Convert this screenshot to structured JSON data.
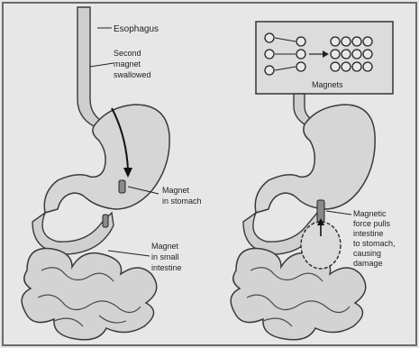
{
  "labels": {
    "esophagus": "Esophagus",
    "second_magnet": [
      "Second",
      "magnet",
      "swallowed"
    ],
    "magnet_stomach": [
      "Magnet",
      "in stomach"
    ],
    "magnet_intestine": [
      "Magnet",
      "in small",
      "intestine"
    ],
    "magnets_box": "Magnets",
    "magnetic_force": [
      "Magnetic",
      "force pulls",
      "intestine",
      "to stomach,",
      "causing",
      "damage"
    ]
  },
  "colors": {
    "background": "#e7e7e7",
    "frame": "#5a5a5a",
    "organ_fill": "#d3d3d3",
    "organ_stroke": "#3a3a3a",
    "line": "#222222",
    "box_fill": "#dcdcdc"
  }
}
